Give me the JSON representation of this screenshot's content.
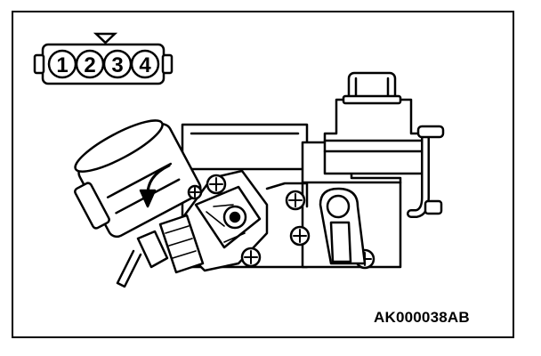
{
  "connector": {
    "pins": [
      "1",
      "2",
      "3",
      "4"
    ]
  },
  "figure": {
    "reference_code": "AK000038AB"
  },
  "colors": {
    "line": "#000000",
    "fill": "#ffffff",
    "shade": "#dcdcdc"
  }
}
